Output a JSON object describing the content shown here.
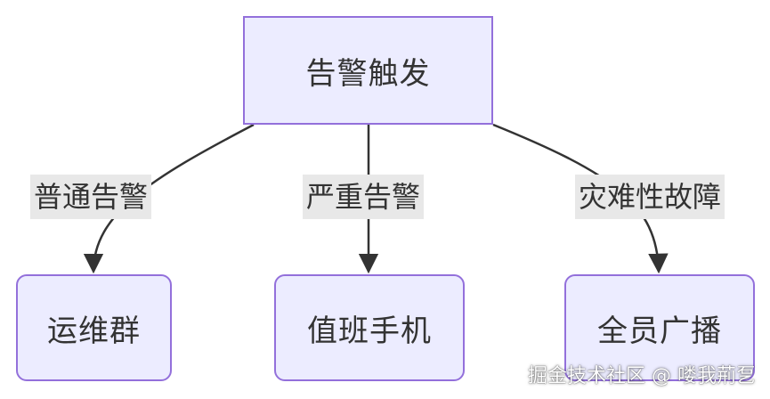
{
  "diagram": {
    "root": {
      "label": "告警触发"
    },
    "edges": [
      {
        "label": "普通告警",
        "target": "运维群"
      },
      {
        "label": "严重告警",
        "target": "值班手机"
      },
      {
        "label": "灾难性故障",
        "target": "全员广播"
      }
    ],
    "colors": {
      "node_fill": "#ECECFF",
      "node_border": "#9370DB",
      "edge_stroke": "#333333",
      "label_bg": "#E8E8E8",
      "text": "#333333"
    }
  },
  "watermark": "掘金技术社区 @ 喽我荊乭"
}
